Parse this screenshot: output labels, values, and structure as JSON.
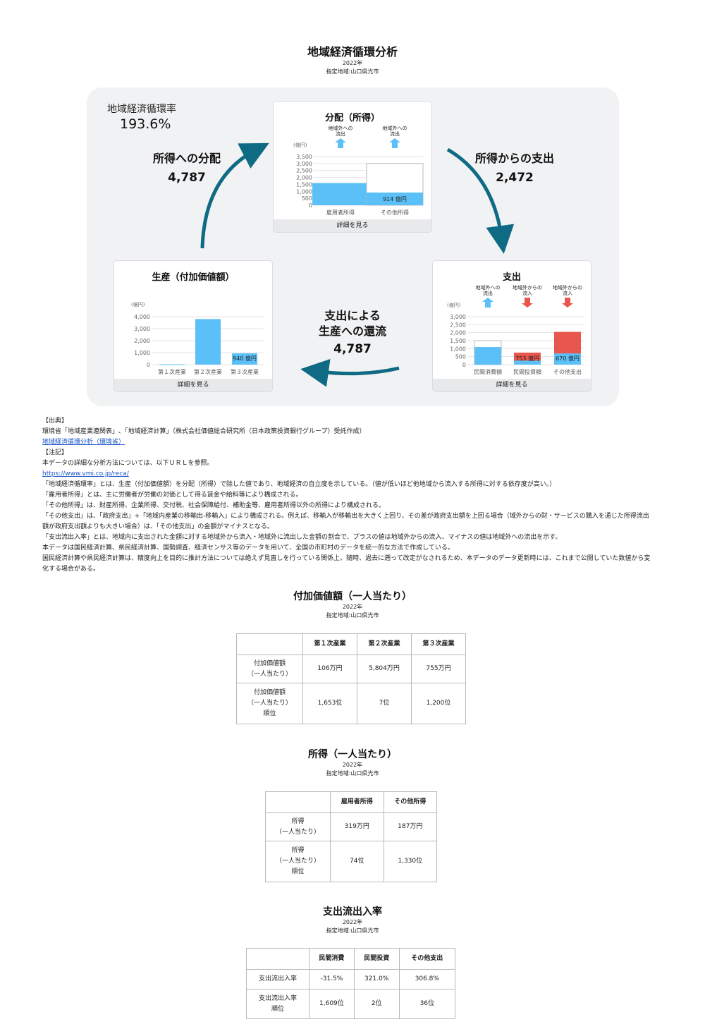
{
  "header": {
    "title": "地域経済循環分析",
    "year": "2022年",
    "region": "指定地域:山口県光市"
  },
  "circulation_rate": {
    "label": "地域経済循環率",
    "value": "193.6%"
  },
  "flows": {
    "distribution_to_income": {
      "label": "所得への分配",
      "value": "4,787"
    },
    "spending_from_income": {
      "label": "所得からの支出",
      "value": "2,472"
    },
    "return_line1": "支出による",
    "return_line2": "生産への還流",
    "return_value": "4,787"
  },
  "detail_label": "詳細を見る",
  "colors": {
    "bar": "#5bc0f7",
    "inflow": "#e8574d",
    "outflow_arrow": "#5bc0f7",
    "inflow_arrow": "#e8574d",
    "flow_arrow": "#0f6a84"
  },
  "chart_data": [
    {
      "type": "bar",
      "title": "分配（所得）",
      "unit": "(億円)",
      "categories": [
        "雇用者所得",
        "その他所得"
      ],
      "values": [
        1600,
        914
      ],
      "outline_values": [
        null,
        3000
      ],
      "ylim": [
        0,
        3500
      ],
      "yticks": [
        "3,500",
        "3,000",
        "2,500",
        "2,000",
        "1,500",
        "1,000",
        "500",
        "0"
      ],
      "data_labels": [
        "",
        "914 億円"
      ],
      "flow_indicators": [
        {
          "text1": "地域外への",
          "text2": "流出",
          "direction": "out"
        },
        {
          "text1": "地域外への",
          "text2": "流出",
          "direction": "out"
        }
      ]
    },
    {
      "type": "bar",
      "title": "生産（付加価値額）",
      "unit": "(億円)",
      "categories": [
        "第１次産業",
        "第２次産業",
        "第３次産業"
      ],
      "values": [
        30,
        3800,
        940
      ],
      "ylim": [
        0,
        4000
      ],
      "yticks": [
        "4,000",
        "3,000",
        "2,000",
        "1,000",
        "0"
      ],
      "data_labels": [
        "",
        "",
        "940 億円"
      ]
    },
    {
      "type": "bar",
      "title": "支出",
      "unit": "(億円)",
      "categories": [
        "民間消費額",
        "民間投資額",
        "その他支出"
      ],
      "values": [
        1100,
        250,
        700
      ],
      "outline_values": [
        1500,
        null,
        null
      ],
      "inflow_values": [
        null,
        753,
        2050
      ],
      "ylim": [
        0,
        3000
      ],
      "yticks": [
        "3,000",
        "2,500",
        "2,000",
        "1,500",
        "1,000",
        "500",
        "0"
      ],
      "data_labels": [
        "",
        "753 億円",
        "670 億円"
      ],
      "flow_indicators": [
        {
          "text1": "地域外への",
          "text2": "流出",
          "direction": "out"
        },
        {
          "text1": "地域外からの",
          "text2": "流入",
          "direction": "in"
        },
        {
          "text1": "地域外からの",
          "text2": "流入",
          "direction": "in"
        }
      ]
    }
  ],
  "notes": {
    "source_heading": "【出典】",
    "source_text": "環境省「地域産業連関表」､「地域経済計算」（株式会社価値総合研究所（日本政策投資銀行グループ）受託作成）",
    "source_link": "地域経済循環分析（環境省）",
    "notes_heading": "【注記】",
    "method_text": "本データの詳細な分析方法については、以下ＵＲＬを参照。",
    "method_url": "https://www.vmi.co.jp/reca/",
    "lines": [
      "「地域経済循環率」とは、生産（付加価値額）を分配（所得）で除した値であり、地域経済の自立度を示している。（値が低いほど他地域から流入する所得に対する依存度が高い。）",
      "「雇用者所得」とは、主に労働者が労働の対価として得る賃金や給料等により構成される。",
      "「その他所得」は、財産所得、企業所得、交付税、社会保障給付、補助金等、雇用者所得以外の所得により構成される。",
      "「その他支出」は、「政府支出」+「地域内産業の移輸出-移輸入」により構成される。例えば、移輸入が移輸出を大きく上回り、その差が政府支出額を上回る場合（域外からの財・サービスの購入を通じた所得流出",
      "額が政府支出額よりも大きい場合）は、「その他支出」の金額がマイナスとなる。",
      "「支出流出入率」とは、地域内に支出された金額に対する地域外から流入・地域外に流出した金額の割合で、プラスの値は地域外からの流入、マイナスの値は地域外への流出を示す。",
      "本データは国民経済計算、県民経済計算、国勢調査、経済センサス等のデータを用いて、全国の市町村のデータを統一的な方法で作成している。",
      "国民経済計算や県民経済計算は、精度向上を目的に推計方法については絶えず見直しを行っている関係上、随時、過去に遡って改定がなされるため、本データのデータ更新時には、これまで公開していた数値から変",
      "化する場合がある。"
    ]
  },
  "table1": {
    "title": "付加価値額（一人当たり）",
    "year": "2022年",
    "region": "指定地域:山口県光市",
    "headers": [
      "第１次産業",
      "第２次産業",
      "第３次産業"
    ],
    "row1_l1": "付加価値額",
    "row1_l2": "（一人当たり）",
    "row1": [
      "106万円",
      "5,804万円",
      "755万円"
    ],
    "row2_l1": "付加価値額",
    "row2_l2": "（一人当たり）",
    "row2_l3": "順位",
    "row2": [
      "1,653位",
      "7位",
      "1,200位"
    ]
  },
  "table2": {
    "title": "所得（一人当たり）",
    "year": "2022年",
    "region": "指定地域:山口県光市",
    "headers": [
      "雇用者所得",
      "その他所得"
    ],
    "row1_l1": "所得",
    "row1_l2": "（一人当たり）",
    "row1": [
      "319万円",
      "187万円"
    ],
    "row2_l1": "所得",
    "row2_l2": "（一人当たり）",
    "row2_l3": "順位",
    "row2": [
      "74位",
      "1,330位"
    ]
  },
  "table3": {
    "title": "支出流出入率",
    "year": "2022年",
    "region": "指定地域:山口県光市",
    "headers": [
      "民間消費",
      "民間投資",
      "その他支出"
    ],
    "row1_l1": "支出流出入率",
    "row1": [
      "-31.5%",
      "321.0%",
      "306.8%"
    ],
    "row2_l1": "支出流出入率",
    "row2_l2": "順位",
    "row2": [
      "1,609位",
      "2位",
      "36位"
    ]
  }
}
